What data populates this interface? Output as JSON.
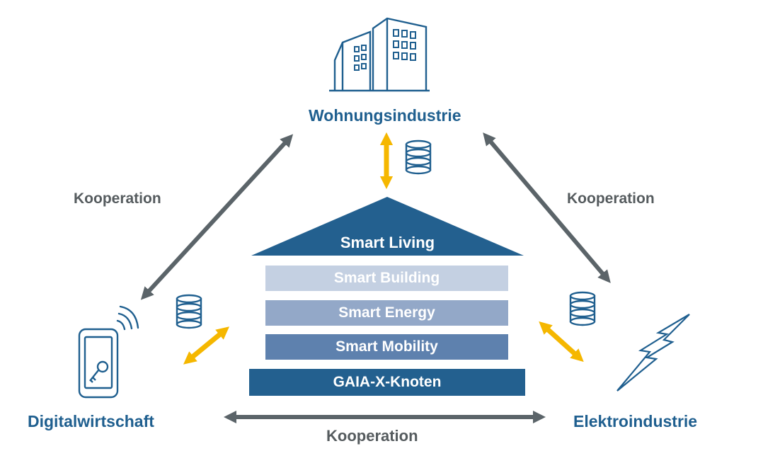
{
  "nodes": {
    "top": "Wohnungsindustrie",
    "left": "Digitalwirtschaft",
    "right": "Elektroindustrie"
  },
  "cooperation": {
    "left": "Kooperation",
    "right": "Kooperation",
    "bottom": "Kooperation"
  },
  "house": {
    "roof": "Smart Living",
    "layers": [
      "Smart Building",
      "Smart Energy",
      "Smart Mobility"
    ],
    "base": "GAIA-X-Knoten"
  },
  "colors": {
    "dark_blue": "#1f5f8f",
    "roof_blue": "#23608f",
    "layer_light": "#c4d0e2",
    "layer_mid": "#93a8c8",
    "layer_dark": "#5e81ae",
    "base_blue": "#23608f",
    "gray_arrow": "#5b6469",
    "yellow_arrow": "#f5b700"
  },
  "icons": [
    "building-icon",
    "database-icon",
    "smartphone-key-icon",
    "lightning-icon",
    "wifi-signal-icon"
  ]
}
